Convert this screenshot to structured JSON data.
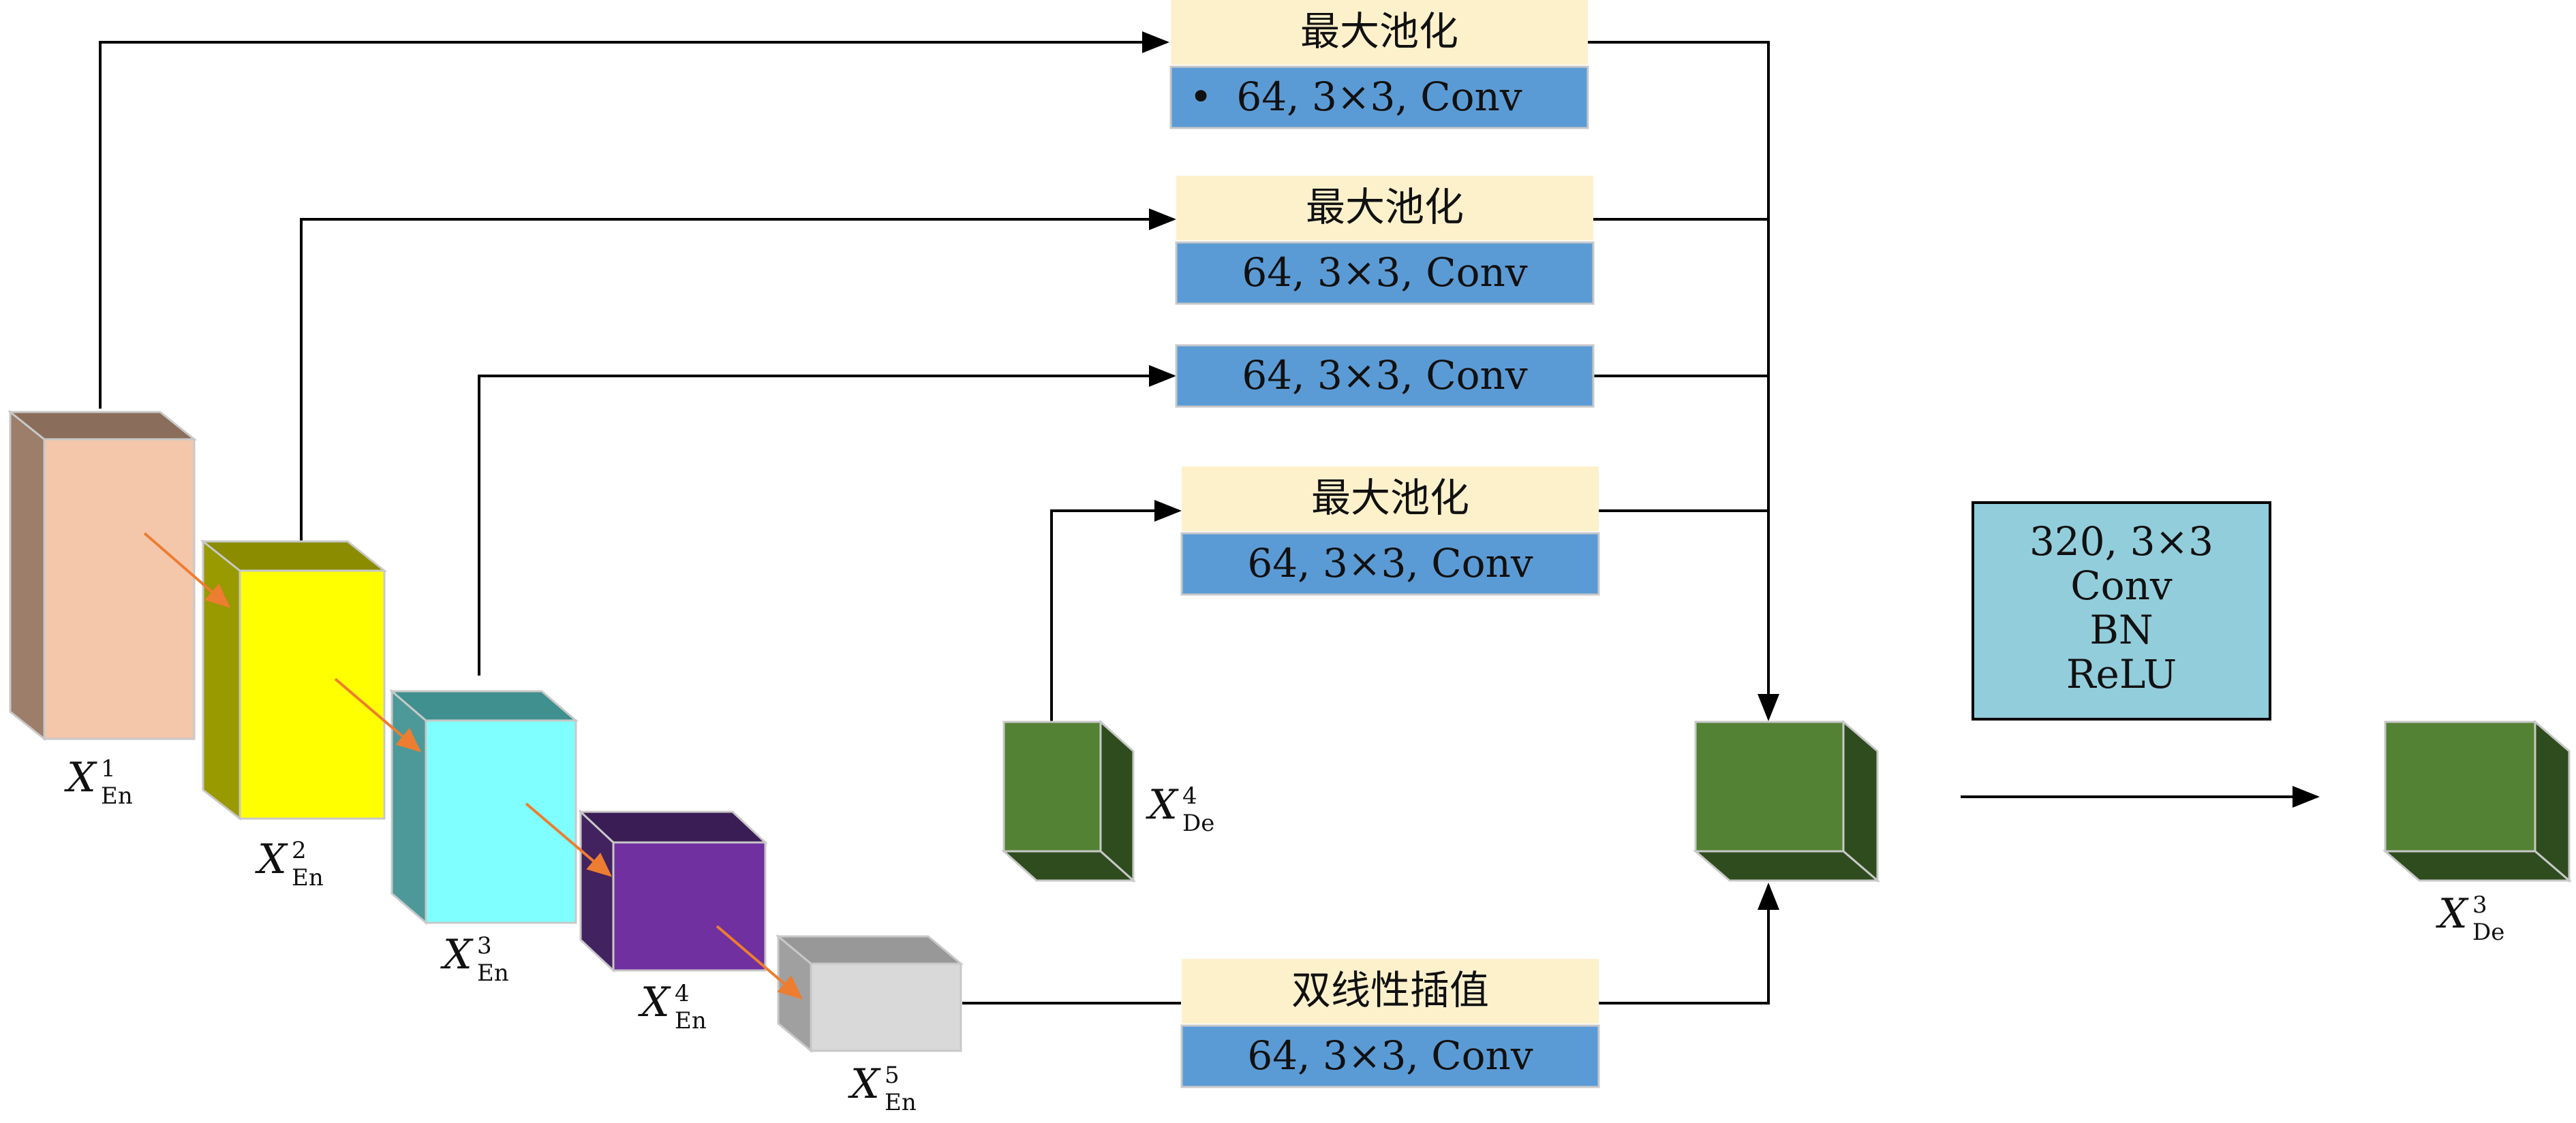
{
  "blocks": {
    "maxpool": "最大池化",
    "conv64": "64, 3×3, Conv",
    "bilinear": "双线性插值",
    "bullet": "•"
  },
  "labels": {
    "x": "X",
    "en": "En",
    "de": "De",
    "n1": "1",
    "n2": "2",
    "n3": "3",
    "n4": "4",
    "n5": "5"
  },
  "fusion_box": {
    "line1": "320, 3×3",
    "line2": "Conv",
    "line3": "BN",
    "line4": "ReLU"
  },
  "colors": {
    "pool_fill": "#fdf1cc",
    "conv_fill": "#5b9bd5",
    "fusion_fill": "#92cddc",
    "enc1": "#f4c7ab",
    "enc2": "#ffff00",
    "enc3": "#7fffff",
    "enc4": "#7030a0",
    "enc5": "#d9d9d9",
    "dec": "#548235",
    "arrow_orange": "#ed7d31"
  }
}
